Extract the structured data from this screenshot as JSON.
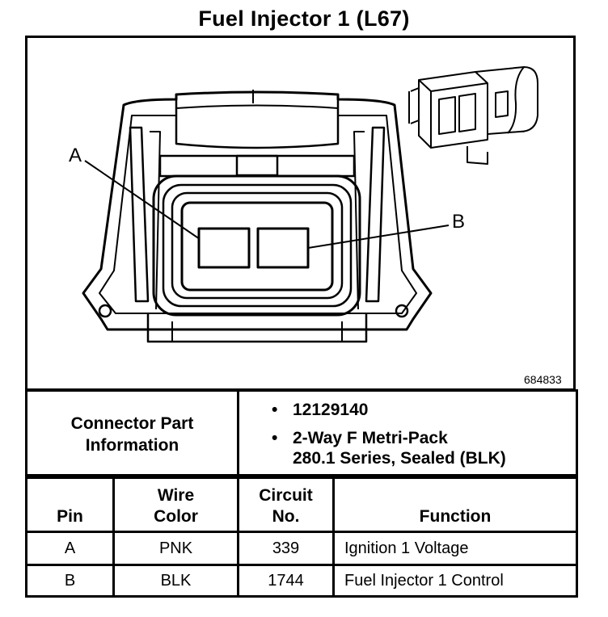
{
  "title": "Fuel Injector 1 (L67)",
  "diagram": {
    "pin_a_label": "A",
    "pin_b_label": "B",
    "figure_number": "684833"
  },
  "connector_info": {
    "label_line1": "Connector Part",
    "label_line2": "Information",
    "bullets": [
      {
        "line1": "12129140",
        "line2": ""
      },
      {
        "line1": "2-Way F Metri-Pack",
        "line2": "280.1 Series, Sealed (BLK)"
      }
    ]
  },
  "pin_table": {
    "headers": {
      "pin": "Pin",
      "wire_color_line1": "Wire",
      "wire_color_line2": "Color",
      "circuit_line1": "Circuit",
      "circuit_line2": "No.",
      "function": "Function"
    },
    "rows": [
      {
        "pin": "A",
        "wire_color": "PNK",
        "circuit": "339",
        "function": "Ignition 1 Voltage"
      },
      {
        "pin": "B",
        "wire_color": "BLK",
        "circuit": "1744",
        "function": "Fuel Injector 1 Control"
      }
    ]
  }
}
